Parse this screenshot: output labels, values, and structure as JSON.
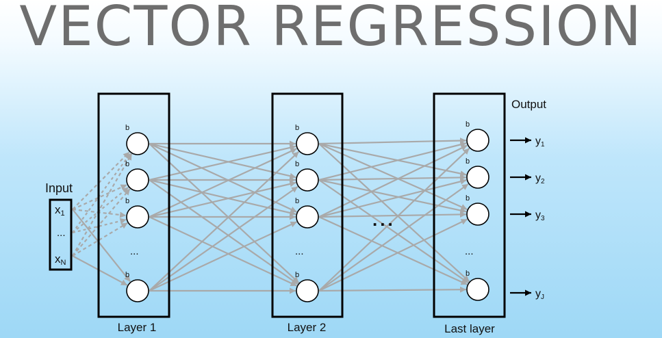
{
  "title": "VECTOR REGRESSION",
  "input": {
    "label": "Input",
    "x1": "x",
    "x1_sub": "1",
    "dots": "...",
    "xN": "x",
    "xN_sub": "N"
  },
  "layers": [
    {
      "label": "Layer 1"
    },
    {
      "label": "Layer 2"
    },
    {
      "label": "Last layer"
    }
  ],
  "bias_label": "b",
  "neuron_ellipsis": "...",
  "between_ellipsis": "...",
  "output": {
    "label": "Output",
    "items": [
      {
        "name": "y",
        "sub": "1"
      },
      {
        "name": "y",
        "sub": "2"
      },
      {
        "name": "y",
        "sub": "3"
      },
      {
        "name": "y",
        "sub": "J"
      }
    ]
  },
  "colors": {
    "edge": "#a9a9a9",
    "box": "#000000",
    "title": "#6e6e6e"
  }
}
